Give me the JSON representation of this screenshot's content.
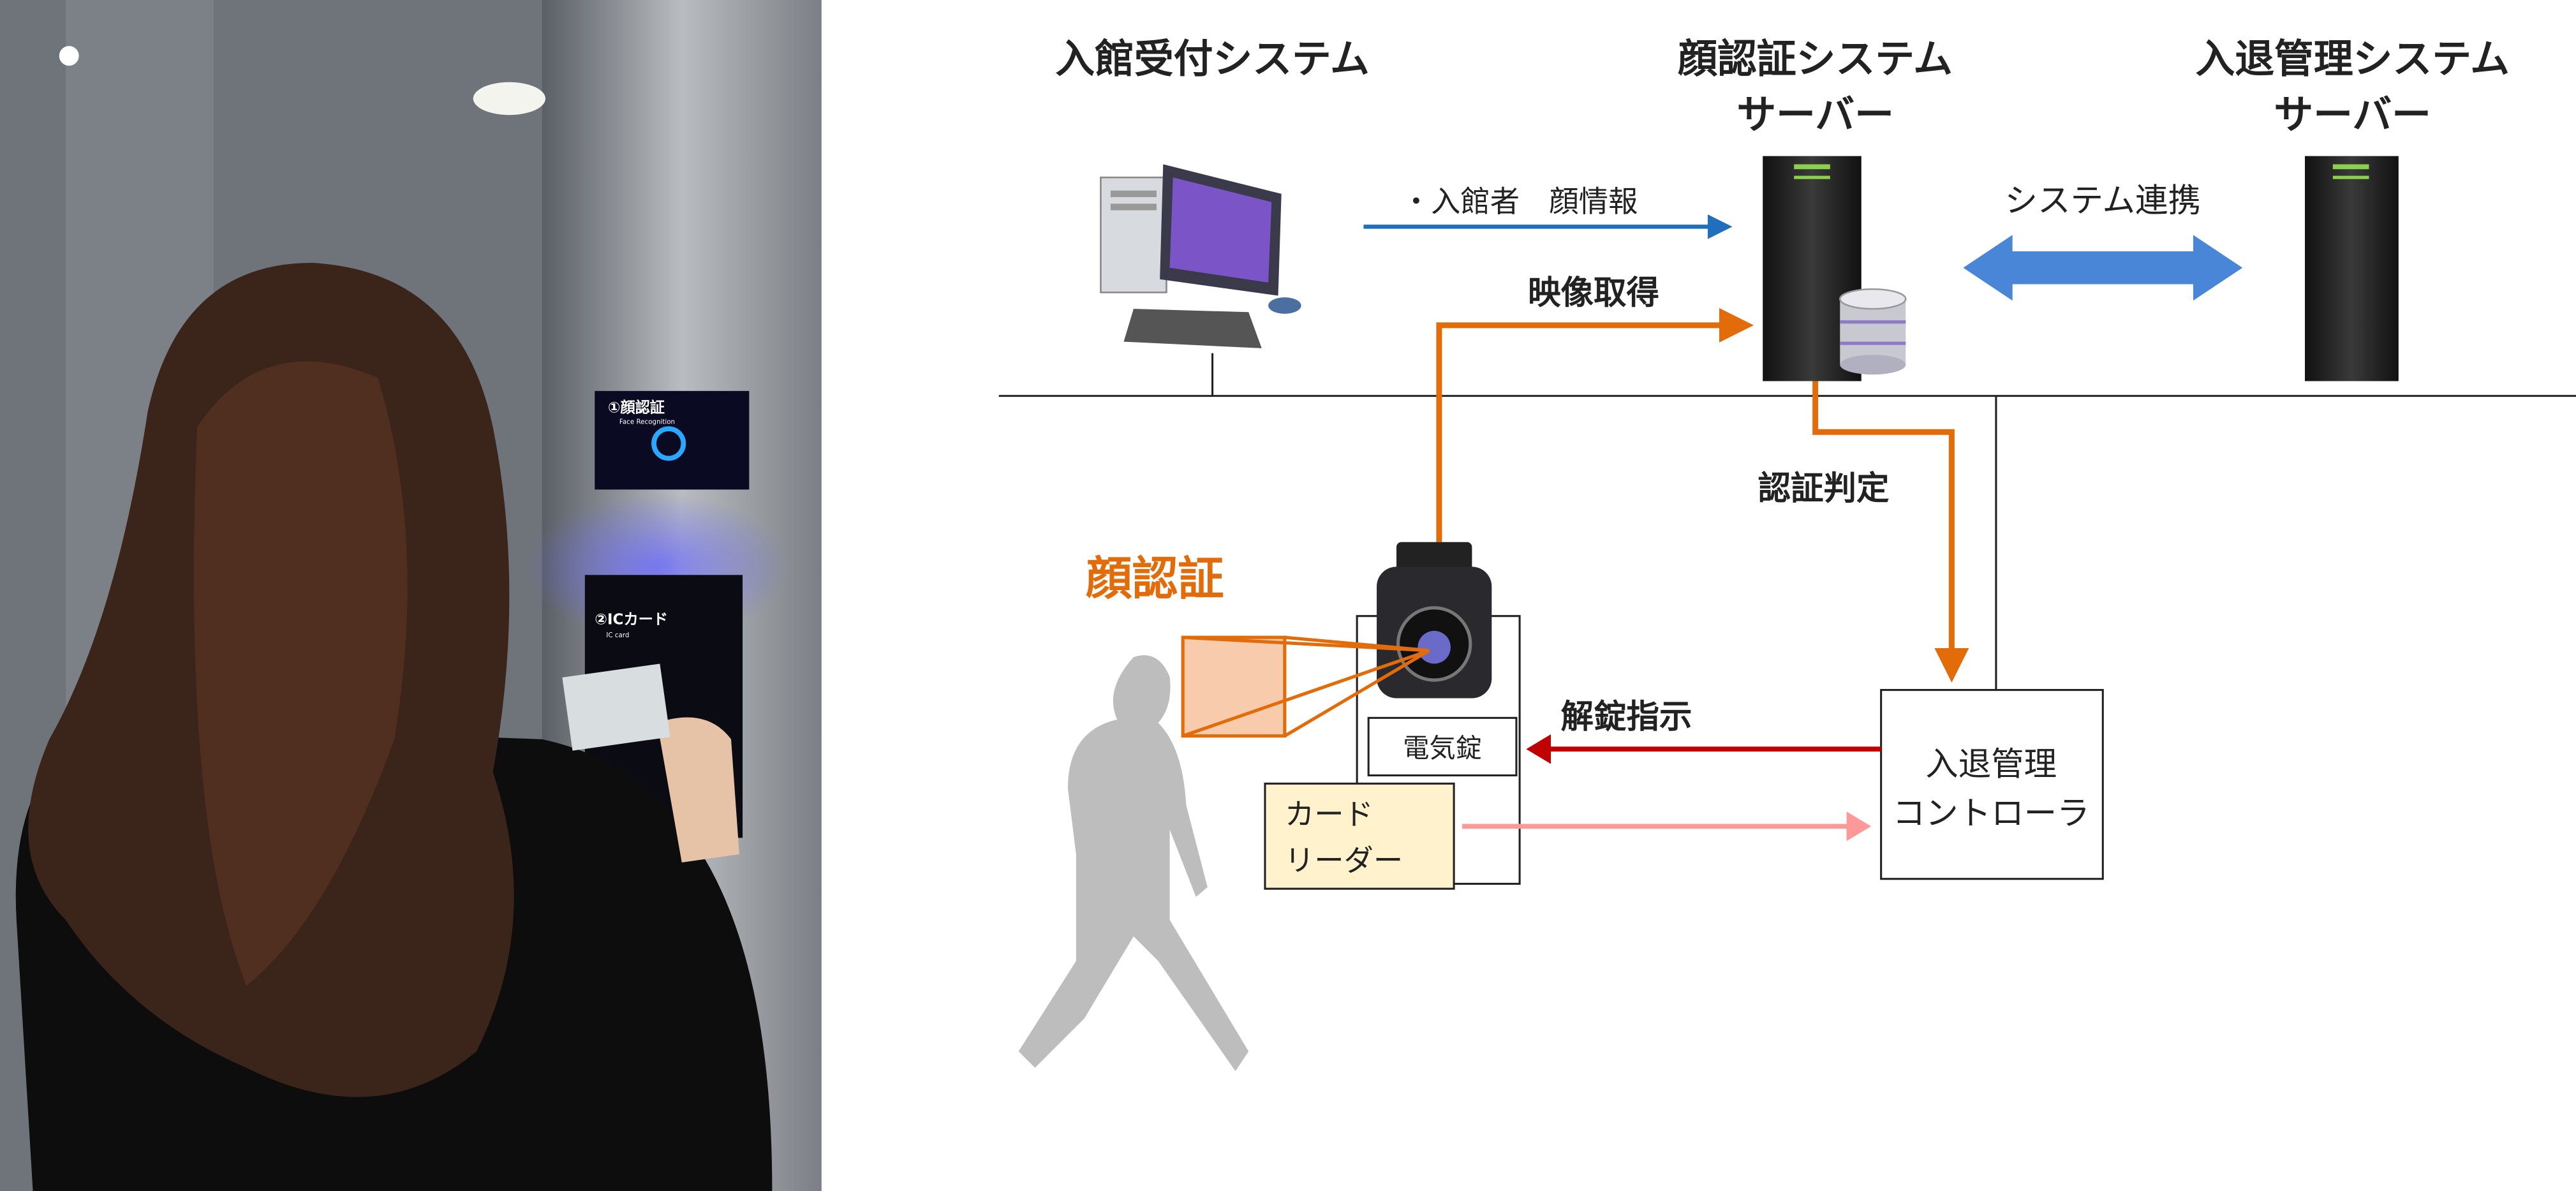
{
  "photo": {
    "panel_face": {
      "title": "①顔認証",
      "subtitle": "Face Recognition"
    },
    "panel_card": {
      "title": "②ICカード",
      "subtitle": "IC card"
    }
  },
  "diagram": {
    "reception_system": "入館受付システム",
    "face_server": {
      "line1": "顔認証システム",
      "line2": "サーバー"
    },
    "access_server": {
      "line1": "入退管理システム",
      "line2": "サーバー"
    },
    "visitor_face_info": "・入館者　顔情報",
    "system_link": "システム連携",
    "video_capture": "映像取得",
    "auth_judgement": "認証判定",
    "face_auth": "顔認証",
    "unlock_instruction": "解錠指示",
    "electric_lock": "電気錠",
    "card_reader": {
      "line1": "カード",
      "line2": "リーダー"
    },
    "controller": {
      "line1": "入退管理",
      "line2": "コントローラ"
    }
  },
  "colors": {
    "orange": "#e36c0a",
    "blue_arrow": "#1f6fbf",
    "link_arrow": "#4a86d8",
    "red_arrow": "#c00000",
    "pink_arrow": "#ff9999",
    "card_reader_fill": "#fff2cc",
    "face_box_fill": "#f8cbad"
  }
}
